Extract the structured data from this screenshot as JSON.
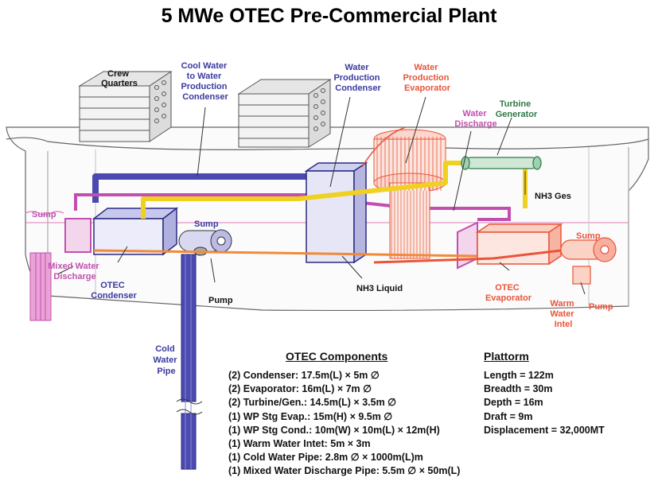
{
  "title": "5 MWe OTEC Pre-Commercial Plant",
  "colors": {
    "cold": "#3a3aa0",
    "warm": "#e8553a",
    "mixed": "#c24fb0",
    "nh3": "#f0d020",
    "outline": "#555555",
    "turbine": "#2f7a4a"
  },
  "labels": {
    "crew_quarters": [
      "Crew",
      "Quarters"
    ],
    "cool_water": [
      "Cool Water",
      "to Water",
      "Production",
      "Condenser"
    ],
    "wp_condenser": [
      "Water",
      "Production",
      "Condenser"
    ],
    "wp_evaporator": [
      "Water",
      "Production",
      "Evaporator"
    ],
    "water_discharge": [
      "Water",
      "Discharge"
    ],
    "turbine_generator": [
      "Turbine",
      "Generator"
    ],
    "nh3_gas": "NH3 Ges",
    "sump_left": "Sump",
    "sump_center": "Sump",
    "sump_right": "Sump",
    "mixed_water_discharge": [
      "Mixed Water",
      "Discharge"
    ],
    "otec_condenser": [
      "OTEC",
      "Condenser"
    ],
    "pump_center": "Pump",
    "nh3_liquid": "NH3 Liquid",
    "otec_evaporator": [
      "OTEC",
      "Evaporator"
    ],
    "warm_water_intel": [
      "Warm",
      "Water",
      "Intel"
    ],
    "pump_right": "Pump",
    "cold_water_pipe": [
      "Cold",
      "Water",
      "Pipe"
    ]
  },
  "components": {
    "heading": "OTEC Components",
    "items": [
      "(2) Condenser: 17.5m(L) × 5m ∅",
      "(2) Evaporator: 16m(L) × 7m ∅",
      "(2) Turbine/Gen.: 14.5m(L) × 3.5m ∅",
      "(1) WP Stg Evap.: 15m(H) × 9.5m ∅",
      "(1) WP Stg Cond.: 10m(W) × 10m(L) × 12m(H)",
      "(1) Warm Water Intet: 5m × 3m",
      "(1) Cold Water Pipe: 2.8m ∅ × 1000m(L)m",
      "(1) Mixed Water Discharge Pipe: 5.5m ∅ × 50m(L)"
    ]
  },
  "platform": {
    "heading": "Plattorm",
    "items": [
      "Length = 122m",
      "Breadth = 30m",
      "Depth = 16m",
      "Draft = 9m",
      "Displacement = 32,000MT"
    ]
  }
}
